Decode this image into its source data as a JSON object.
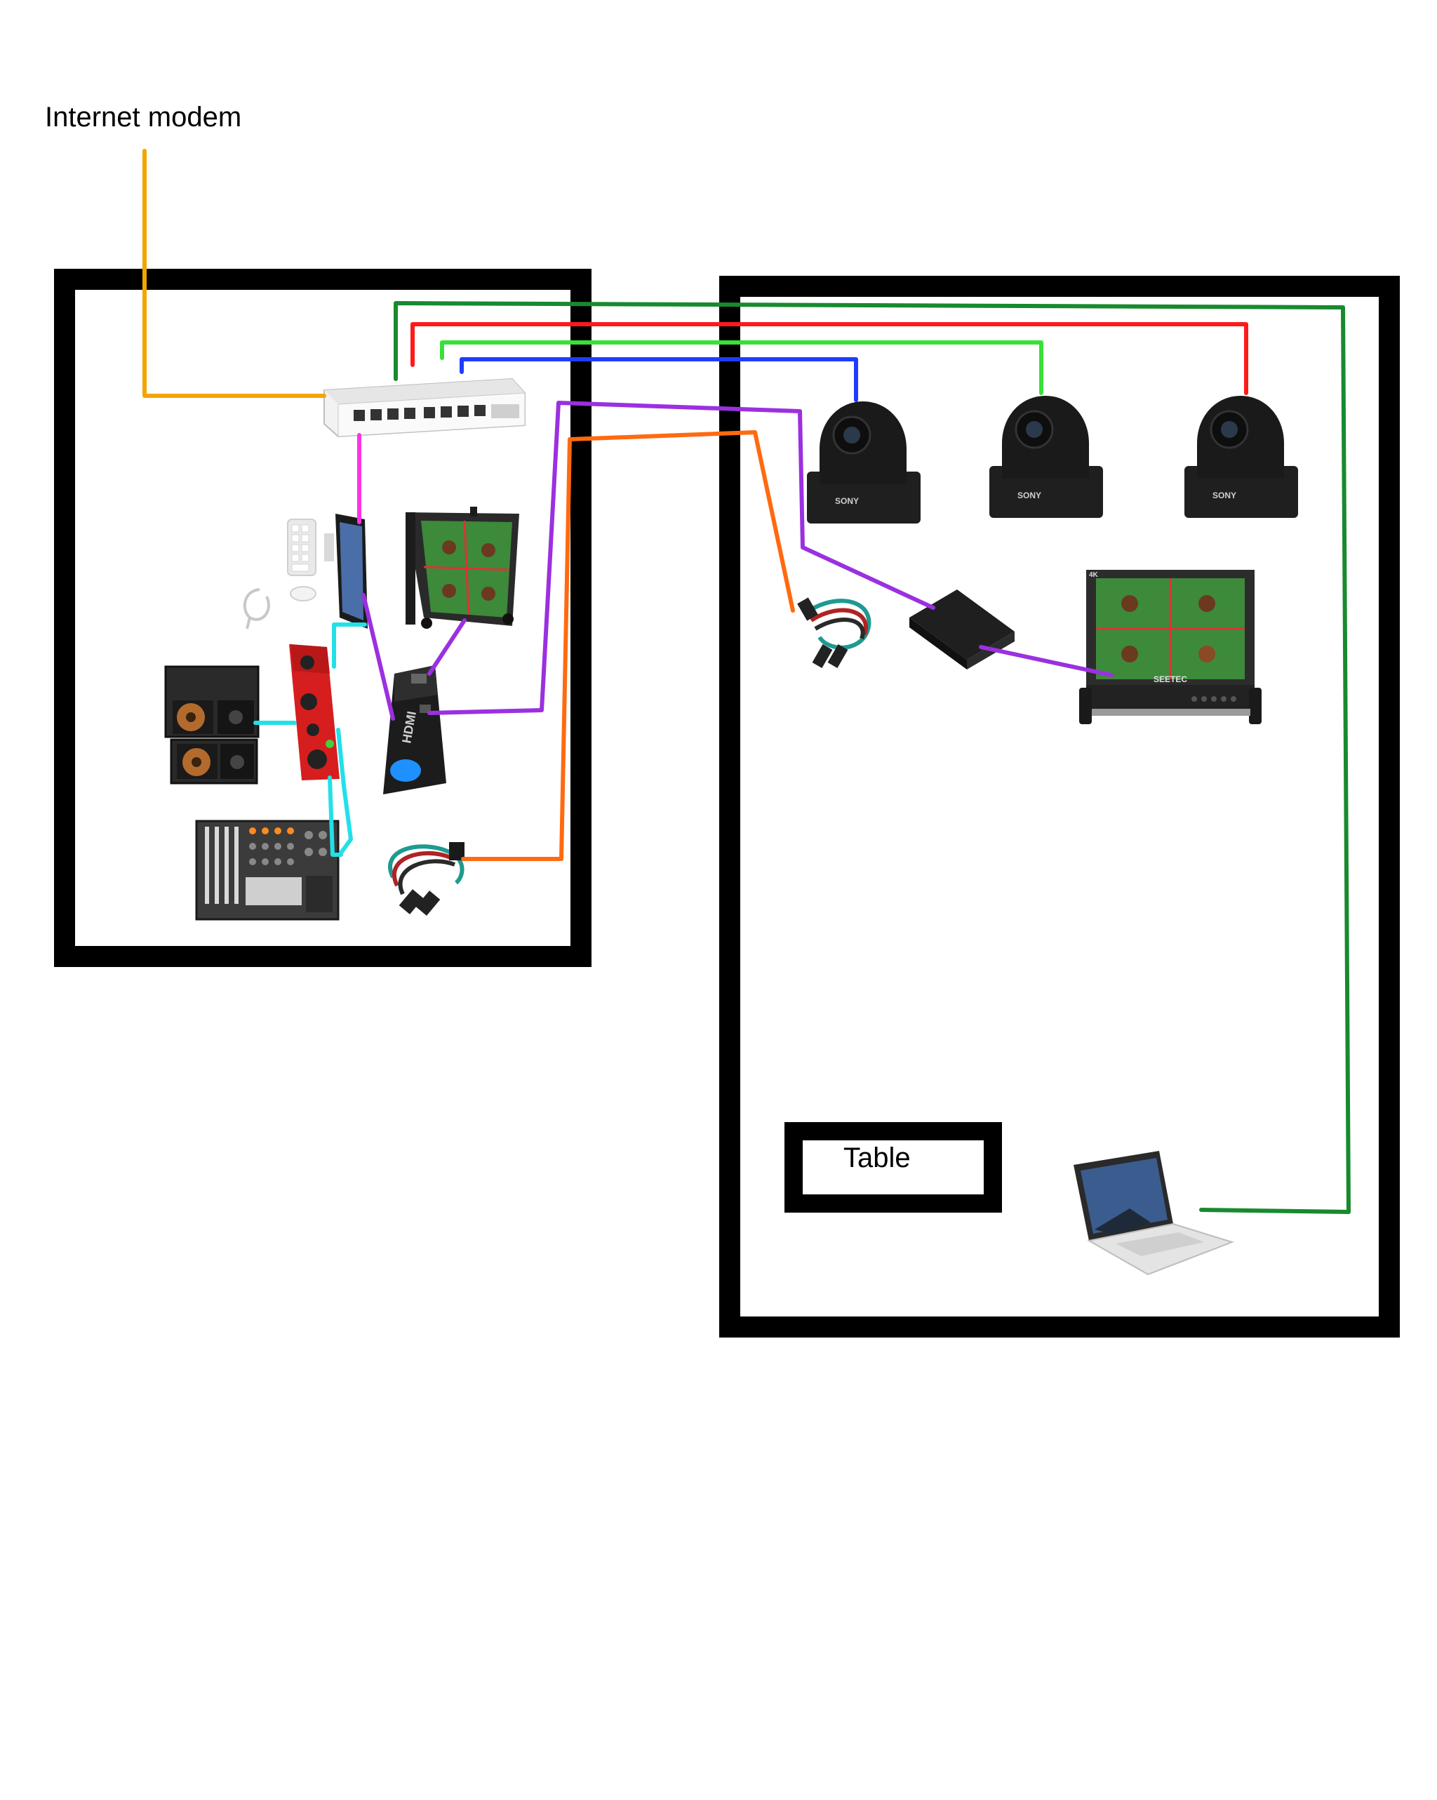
{
  "labels": {
    "internet_modem": "Internet modem",
    "table": "Table"
  },
  "device_text": {
    "camera_brand": "SONY",
    "monitor_brand": "SEETEC",
    "monitor_badge": "4K",
    "hdmi_text": "HDMI"
  },
  "cable_colors": {
    "internet": "#F5A400",
    "camera_1": "#1E3CFF",
    "camera_2": "#3ADF3A",
    "camera_3": "#FF1A1A",
    "laptop": "#188A2E",
    "hdmi": "#9B30E0",
    "audio_link": "#FF6A10",
    "monitor_link": "#FF33E6",
    "audio_local": "#22E0E8"
  },
  "room_color": "#000000"
}
